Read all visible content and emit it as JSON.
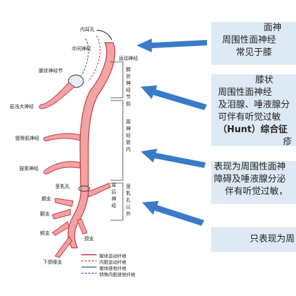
{
  "diagram": {
    "nerve_labels": {
      "inner_ear_canal": "内耳孔",
      "intermediate_nerve": "中间神经",
      "motor_nerve": "运动神经",
      "geniculate_ganglion": "膝状神经节",
      "greater_petrosal": "岩浅大神经",
      "stapedius": "镫骨肌神经",
      "chorda_tympani": "鼓索神经",
      "stylomastoid": "茎乳孔",
      "temporal": "颞支",
      "zygomatic": "颧支",
      "buccal": "颊支",
      "mandibular": "下颌缘支",
      "cervical": "颈支",
      "posterior_auricular": "耳后神经"
    },
    "segments": {
      "before_ganglion": "膝状神经节前",
      "facial_canal": "面神经管内",
      "outside": "茎乳孔以外"
    },
    "legend": [
      {
        "label": "躯体运动纤维",
        "color": "#c8323c",
        "style": "solid"
      },
      {
        "label": "内脏运动纤维",
        "color": "#c8323c",
        "style": "dashed"
      },
      {
        "label": "躯体感觉纤维",
        "color": "#2a4a9a",
        "style": "solid"
      },
      {
        "label": "特殊内脏感觉纤维",
        "color": "#2a4a9a",
        "style": "dashed"
      }
    ],
    "colors": {
      "nerve_fill": "#f2a3a3",
      "nerve_stroke": "#c23a44",
      "outline": "#333333",
      "arrow": "#3a7bc8",
      "box_bg": "#dde9f4"
    }
  },
  "info_boxes": [
    {
      "lines": [
        "面神",
        "周围性面神经",
        "常见于膝"
      ]
    },
    {
      "lines": [
        "膝状",
        "周围性面神经",
        "及泪腺、唾液腺分",
        "可伴有听觉过敏",
        "（Hunt）综合征",
        "疹"
      ]
    },
    {
      "lines": [
        "表现为周围性面神",
        "障碍及唾液腺分泌",
        "伴有听觉过敏，"
      ]
    },
    {
      "lines": [
        "只表现为周"
      ]
    }
  ]
}
